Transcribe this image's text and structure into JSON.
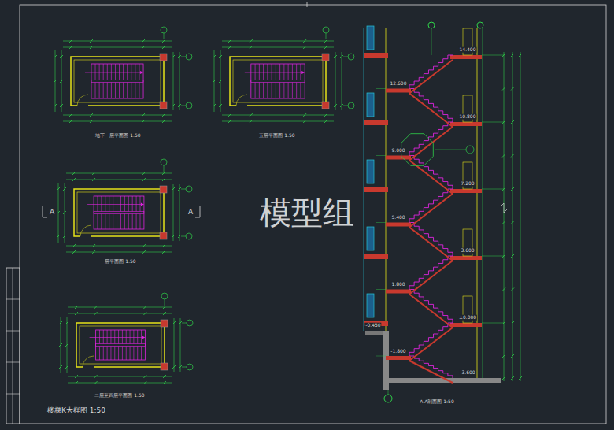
{
  "diagram": {
    "title": "楼梯K大样图 1:50",
    "labels": [
      "模型组",
      "地下一层平面图 1:50",
      "五层平面图 1:50",
      "一层平面图 1:50",
      "二层至四层平面图 1:50",
      "A-A剖面图 1:50",
      "A",
      "A",
      "14.400",
      "10.800",
      "7.200",
      "3.600",
      "±0.000",
      "-3.600",
      "12.600",
      "9.000",
      "5.400",
      "1.800",
      "-1.800",
      "-0.450"
    ]
  }
}
